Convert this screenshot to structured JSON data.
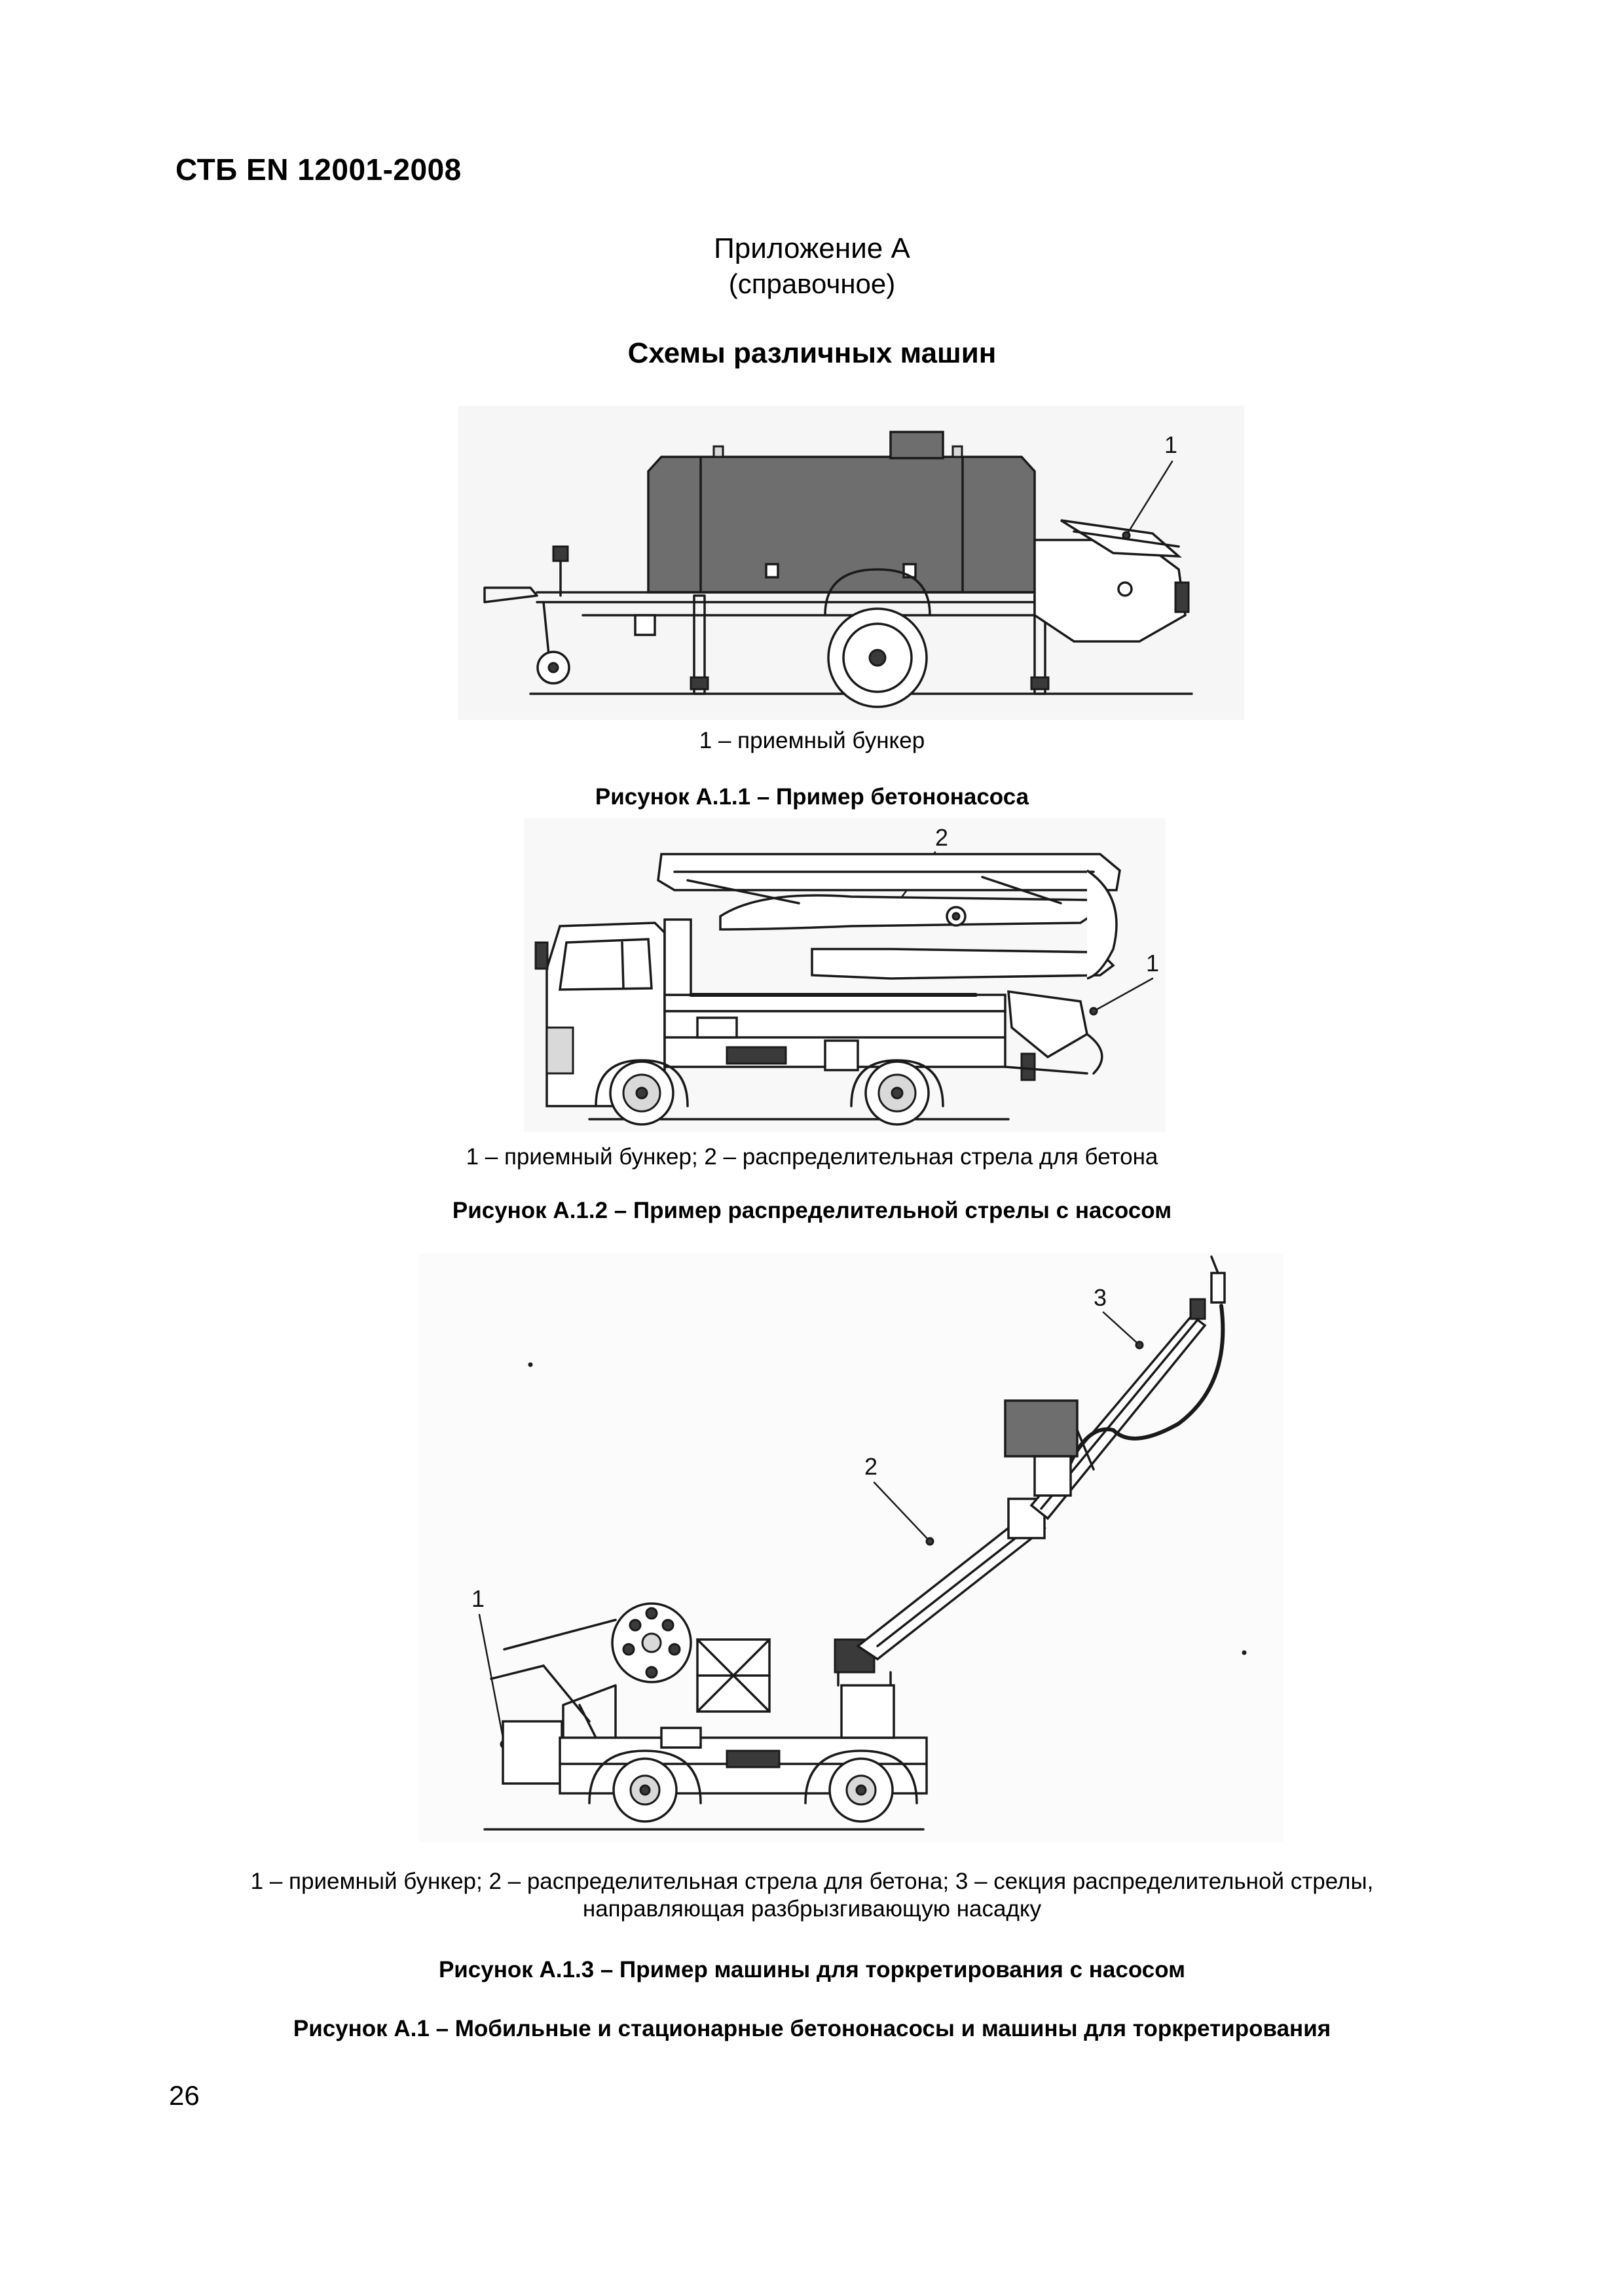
{
  "header": {
    "standard_id": "СТБ EN 12001-2008"
  },
  "appendix": {
    "title": "Приложение А",
    "subtitle": "(справочное)",
    "section_title": "Схемы различных машин"
  },
  "figures": [
    {
      "callouts": [
        "1"
      ],
      "legend": "1 – приемный бункер",
      "caption": "Рисунок А.1.1 – Пример бетононасоса"
    },
    {
      "callouts": [
        "2",
        "1"
      ],
      "legend": "1 – приемный бункер; 2 – распределительная стрела для бетона",
      "caption": "Рисунок А.1.2 – Пример распределительной стрелы с насосом"
    },
    {
      "callouts": [
        "3",
        "2",
        "1"
      ],
      "legend_line1": "1 – приемный бункер; 2 – распределительная стрела для бетона; 3 – секция распределительной стрелы,",
      "legend_line2": "направляющая разбрызгивающую насадку",
      "caption": "Рисунок А.1.3 – Пример машины для торкретирования с насосом"
    }
  ],
  "main_caption": "Рисунок А.1 – Мобильные и стационарные бетононасосы и машины для торкретирования",
  "page_number": "26"
}
